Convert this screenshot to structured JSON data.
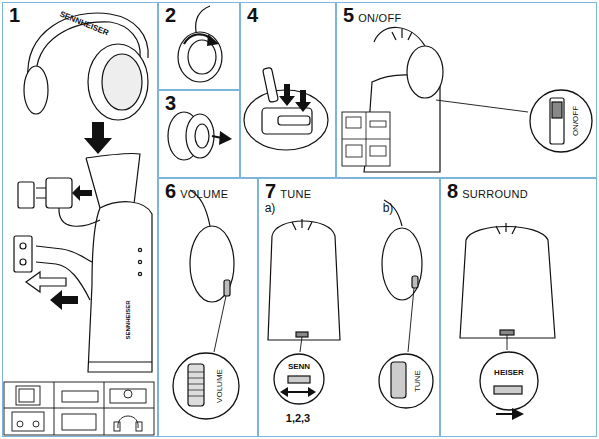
{
  "diagram": {
    "nodes": [
      {
        "text": [
          "1"
        ]
      },
      {
        "text": [
          "2"
        ]
      },
      {
        "text": [
          "3"
        ]
      },
      {
        "text": [
          "4"
        ]
      },
      {
        "text": [
          "5",
          "ON/OFF"
        ]
      },
      {
        "text": [
          "ON/OFF"
        ],
        "in": 4
      },
      {
        "text": [
          "6",
          "VOLUME"
        ]
      },
      {
        "text": [
          "VOLUME"
        ],
        "in": 6
      },
      {
        "text": [
          "7",
          "TUNE"
        ]
      },
      {
        "text": [
          "SENN"
        ],
        "in": 8
      },
      {
        "text": [
          "TUNE"
        ],
        "in": 8
      },
      {
        "text": [
          "8",
          "SURROUND"
        ]
      },
      {
        "text": [
          "HEISER"
        ],
        "in": 11
      }
    ],
    "labels": [
      "SENNHEISER",
      "SENNHEISER",
      "a)",
      "b)",
      "1,2,3"
    ]
  }
}
